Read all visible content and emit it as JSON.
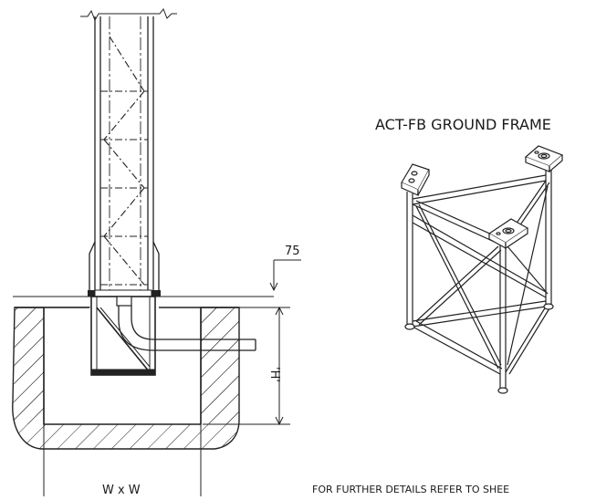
{
  "drawing": {
    "frame_title": "ACT-FB GROUND FRAME",
    "dim_offset": "75",
    "dim_height": "'H'",
    "dim_width": "W x W",
    "note": "FOR FURTHER DETAILS REFER TO SHEE"
  }
}
